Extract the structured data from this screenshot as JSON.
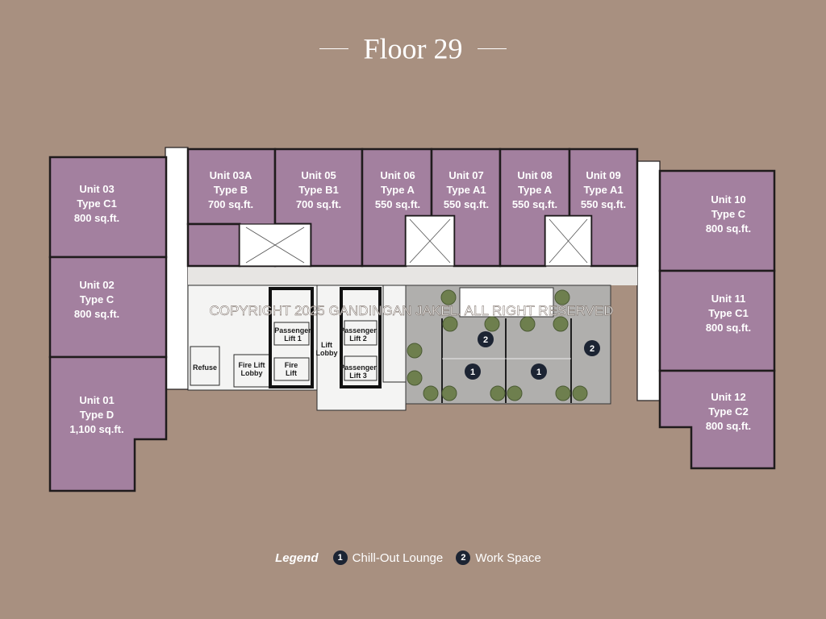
{
  "title": "Floor 29",
  "units": [
    {
      "name": "Unit 03",
      "type": "Type C1",
      "area": "800 sq.ft."
    },
    {
      "name": "Unit 02",
      "type": "Type C",
      "area": "800 sq.ft."
    },
    {
      "name": "Unit 01",
      "type": "Type D",
      "area": "1,100 sq.ft."
    },
    {
      "name": "Unit 03A",
      "type": "Type B",
      "area": "700 sq.ft."
    },
    {
      "name": "Unit 05",
      "type": "Type B1",
      "area": "700 sq.ft."
    },
    {
      "name": "Unit 06",
      "type": "Type A",
      "area": "550 sq.ft."
    },
    {
      "name": "Unit 07",
      "type": "Type A1",
      "area": "550 sq.ft."
    },
    {
      "name": "Unit 08",
      "type": "Type A",
      "area": "550 sq.ft."
    },
    {
      "name": "Unit 09",
      "type": "Type A1",
      "area": "550 sq.ft."
    },
    {
      "name": "Unit 10",
      "type": "Type C",
      "area": "800 sq.ft."
    },
    {
      "name": "Unit 11",
      "type": "Type C1",
      "area": "800 sq.ft."
    },
    {
      "name": "Unit 12",
      "type": "Type C2",
      "area": "800 sq.ft."
    }
  ],
  "service": {
    "passenger_lift_1": [
      "Passenger",
      "Lift 1"
    ],
    "passenger_lift_2": [
      "Passenger",
      "Lift 2"
    ],
    "passenger_lift_3": [
      "Passenger",
      "Lift 3"
    ],
    "fire_lift": [
      "Fire",
      "Lift"
    ],
    "fire_lift_lobby": [
      "Fire Lift",
      "Lobby"
    ],
    "lift_lobby": [
      "Lift",
      "Lobby"
    ],
    "refuse": "Refuse"
  },
  "amenity_markers": [
    "1",
    "1",
    "2",
    "2"
  ],
  "watermark": "COPYRIGHT 2025 GANDINGAN JAKEL. ALL RIGHT RESERVED",
  "legend": {
    "title": "Legend",
    "items": [
      {
        "num": "1",
        "label": "Chill-Out Lounge"
      },
      {
        "num": "2",
        "label": "Work Space"
      }
    ]
  },
  "colors": {
    "background": "#a89080",
    "unit_fill": "#a3809f",
    "marker": "#1c2433"
  }
}
